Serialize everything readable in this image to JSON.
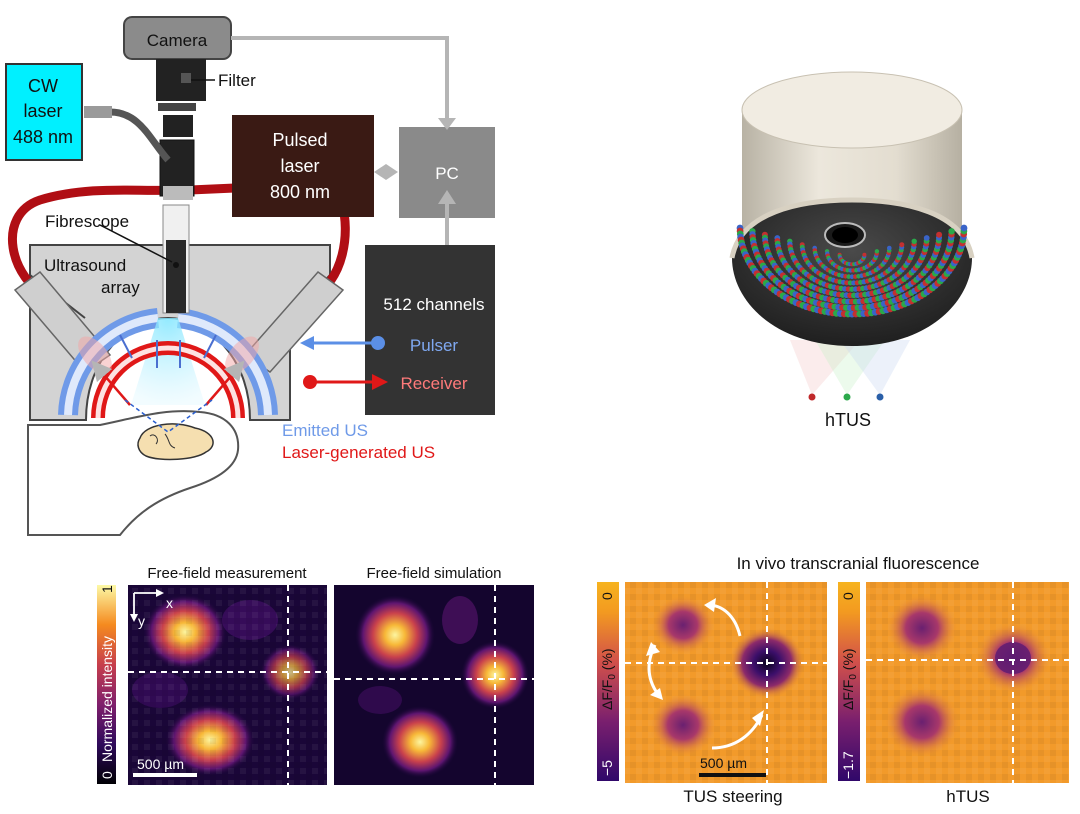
{
  "setup": {
    "camera": "Camera",
    "filter": "Filter",
    "cw_laser": [
      "CW",
      "laser",
      "488 nm"
    ],
    "pulsed_laser": [
      "Pulsed",
      "laser",
      "800 nm"
    ],
    "pc": "PC",
    "channels": "512 channels",
    "pulser": "Pulser",
    "receiver": "Receiver",
    "fibrescope": "Fibrescope",
    "ultrasound_array": [
      "Ultrasound",
      "array"
    ],
    "emitted_us": "Emitted US",
    "laser_generated_us": "Laser-generated US"
  },
  "htus": {
    "label": "hTUS"
  },
  "free_field": {
    "measurement_title": "Free-field measurement",
    "simulation_title": "Free-field simulation",
    "axis_x": "x",
    "axis_y": "y",
    "colorbar_label": "Normalized intensity",
    "colorbar_min": "0",
    "colorbar_max": "1",
    "scalebar": "500 µm"
  },
  "in_vivo": {
    "title": "In vivo transcranial fluorescence",
    "steering_label": "TUS steering",
    "htus_label": "hTUS",
    "colorbar_label_main": "ΔF/F",
    "colorbar_label_sub": "0",
    "colorbar_label_unit": "(%)",
    "left_max": "0",
    "left_min": "−5",
    "right_max": "0",
    "right_min": "−1.7",
    "scalebar": "500 µm"
  },
  "colors": {
    "cw_laser": "#00f0ff",
    "pulsed_laser": "#3a1a14",
    "pc": "#8a8a8a",
    "channels_box": "#333333",
    "pulser": "#5b8fe6",
    "receiver": "#e01818",
    "fiber_red": "#b00e14",
    "array_gray": "#c9c9c9"
  }
}
